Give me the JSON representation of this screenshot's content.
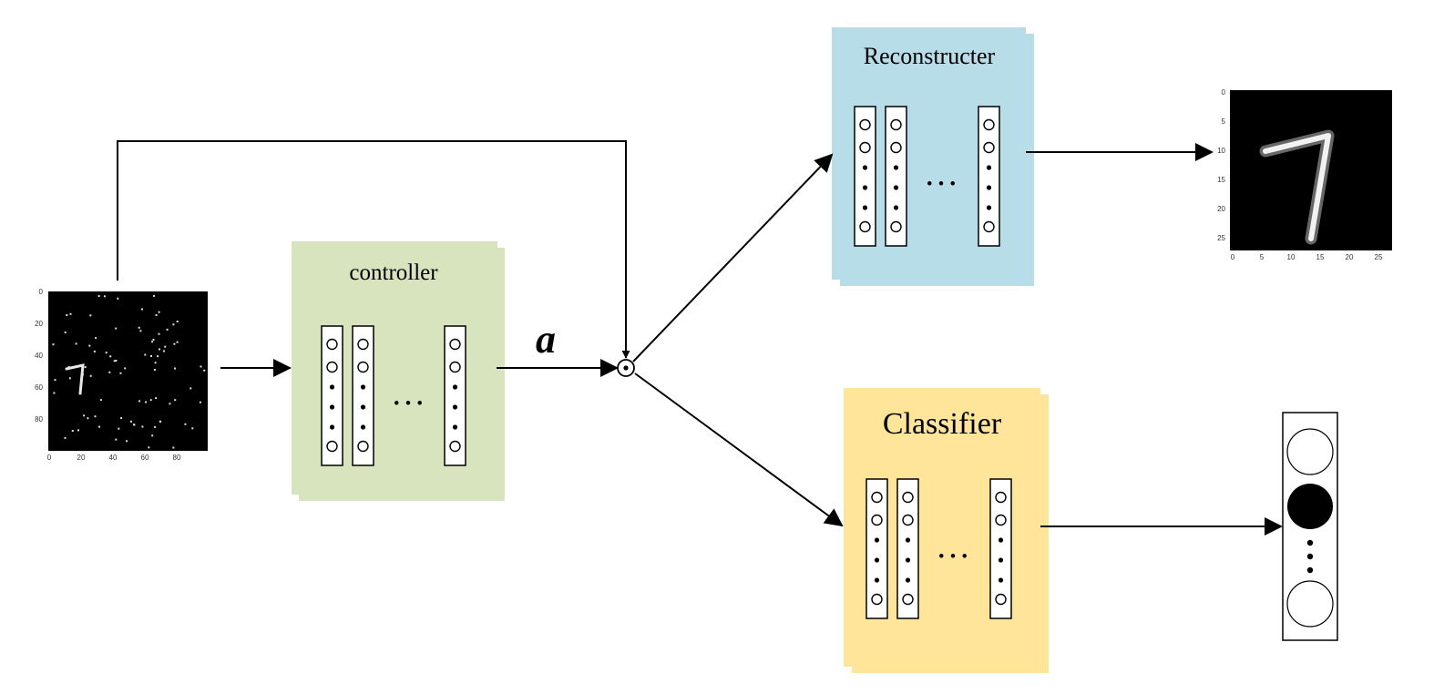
{
  "input_image": {
    "y_ticks": [
      "0",
      "20",
      "40",
      "60",
      "80"
    ],
    "x_ticks": [
      "0",
      "20",
      "40",
      "60",
      "80"
    ]
  },
  "controller": {
    "label": "controller",
    "color": "#d7e4bd"
  },
  "attention_symbol": "a",
  "reconstructer": {
    "label": "Reconstructer",
    "color": "#b7dde8"
  },
  "classifier": {
    "label": "Classifier",
    "color": "#fee599"
  },
  "output_image": {
    "y_ticks": [
      "0",
      "5",
      "10",
      "15",
      "20",
      "25"
    ],
    "x_ticks": [
      "0",
      "5",
      "10",
      "15",
      "20",
      "25"
    ]
  },
  "ellipsis_glyph": "…"
}
